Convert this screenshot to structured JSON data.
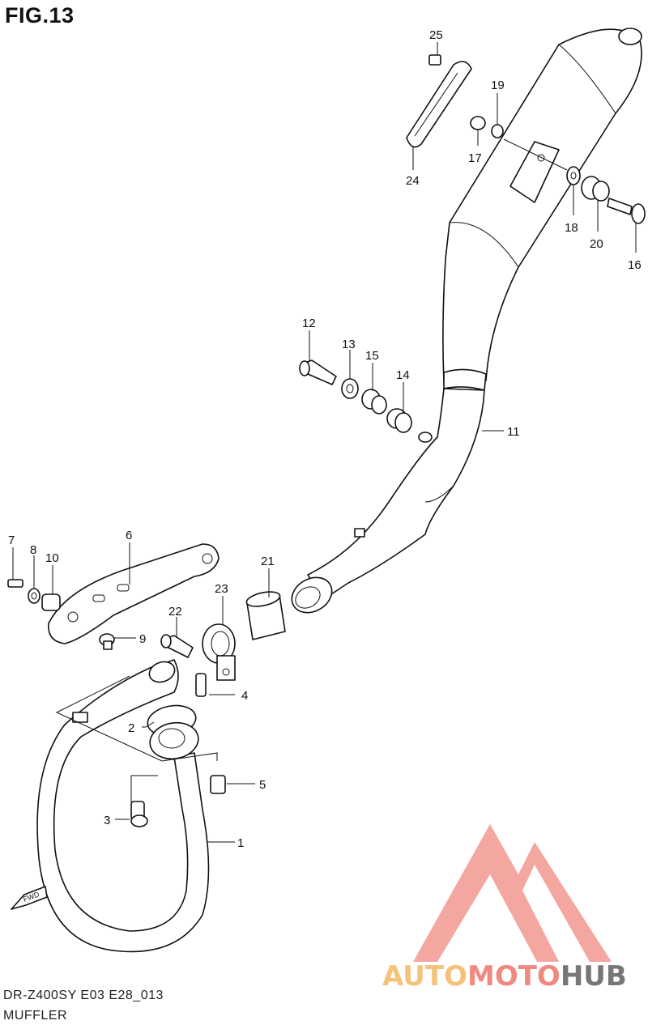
{
  "header": {
    "title": "FIG.13"
  },
  "footer": {
    "model_code": "DR-Z400SY E03 E28_013",
    "section_name": "MUFFLER"
  },
  "watermark": {
    "brand_part1": "AUTO",
    "brand_part2": "MOTO",
    "brand_part3": "HUB",
    "colors": {
      "auto": "#f5c27a",
      "moto": "#f08a80",
      "hub": "#777777",
      "logo": "#f08a80"
    }
  },
  "fwd_arrow": {
    "label": "FWD"
  },
  "callouts": {
    "c1": "1",
    "c2": "2",
    "c3": "3",
    "c4": "4",
    "c5": "5",
    "c6": "6",
    "c7": "7",
    "c8": "8",
    "c9": "9",
    "c10": "10",
    "c11": "11",
    "c12": "12",
    "c13": "13",
    "c14": "14",
    "c15": "15",
    "c16": "16",
    "c17": "17",
    "c18": "18",
    "c19": "19",
    "c20": "20",
    "c21": "21",
    "c22": "22",
    "c23": "23",
    "c24": "24",
    "c25": "25"
  }
}
